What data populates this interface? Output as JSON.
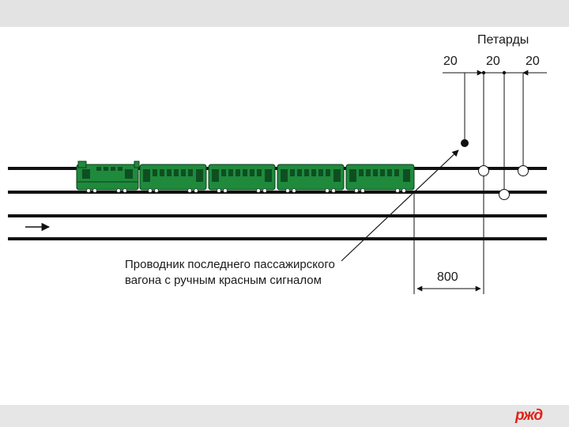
{
  "diagram": {
    "petards_title": "Петарды",
    "distances": [
      "20",
      "20",
      "20"
    ],
    "distance_to_train": "800",
    "conductor_caption_line1": "Проводник последнего пассажирского",
    "conductor_caption_line2": "вагона с ручным красным сигналом",
    "train": {
      "cars": 4,
      "color": "#1f8a3c"
    }
  },
  "logo": {
    "text": "РЖД",
    "color": "#e2231a"
  }
}
